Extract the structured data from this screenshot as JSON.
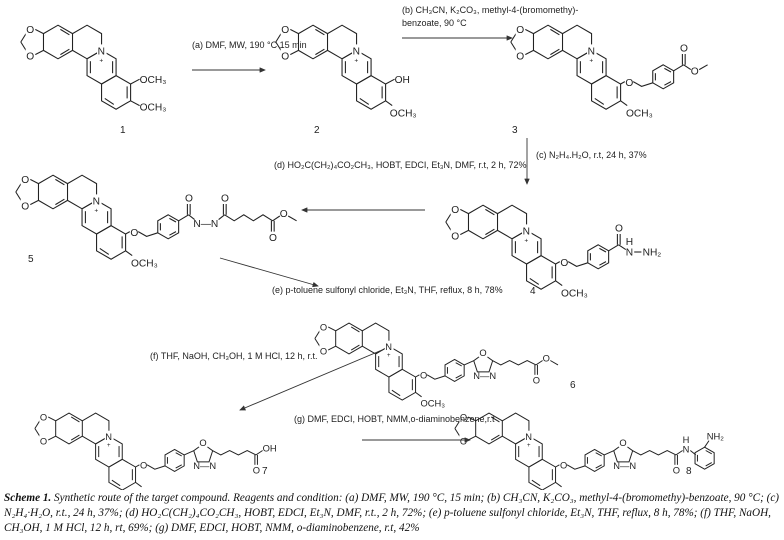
{
  "atoms": {
    "o": "O",
    "n": "N",
    "plus": "+",
    "och3": "OCH₃",
    "oh": "OH",
    "h": "H",
    "nh2": "NH₂",
    "n_n": "N—N"
  },
  "compounds": [
    "1",
    "2",
    "3",
    "4",
    "5",
    "6",
    "7",
    "8"
  ],
  "reagents": {
    "a": "(a) DMF, MW, 190 °C 15 min",
    "b_line1": "(b) CH₃CN, K₂CO₃, methyl-4-(bromomethy)-",
    "b_line2": "benzoate, 90 °C",
    "c": "(c) N₂H₄.H₂O, r.t, 24 h, 37%",
    "d": "(d) HO₂C(CH₂)₄CO₂CH₃, HOBT, EDCI, Et₃N, DMF, r.t, 2 h, 72%",
    "e": "(e) p-toluene sulfonyl chloride, Et₃N, THF, reflux, 8 h, 78%",
    "f": "(f) THF, NaOH, CH₃OH, 1 M HCl, 12 h, r.t.",
    "g": "(g) DMF, EDCI, HOBT, NMM,o-diaminobenzene,r.t"
  },
  "caption": {
    "title": "Scheme 1.",
    "text": " Synthetic route of the target compound. Reagents and condition: (a) DMF, MW, 190 °C, 15 min; (b) CH₃CN, K₂CO₃, methyl-4-(bromomethy)-benzoate, 90 °C; (c) N₂H₄·H₂O, r.t., 24 h, 37%; (d) HO₂C(CH₂)₄CO₂CH₃, HOBT, EDCI, Et₃N, DMF, r.t., 2 h, 72%; (e) p-toluene sulfonyl chloride, Et₃N, THF, reflux, 8 h, 78%; (f) THF, NaOH, CH₃OH, 1 M HCl, 12 h, rt, 69%; (g) DMF, EDCI, HOBT, NMM, o-diaminobenzene, r.t, 42%"
  }
}
